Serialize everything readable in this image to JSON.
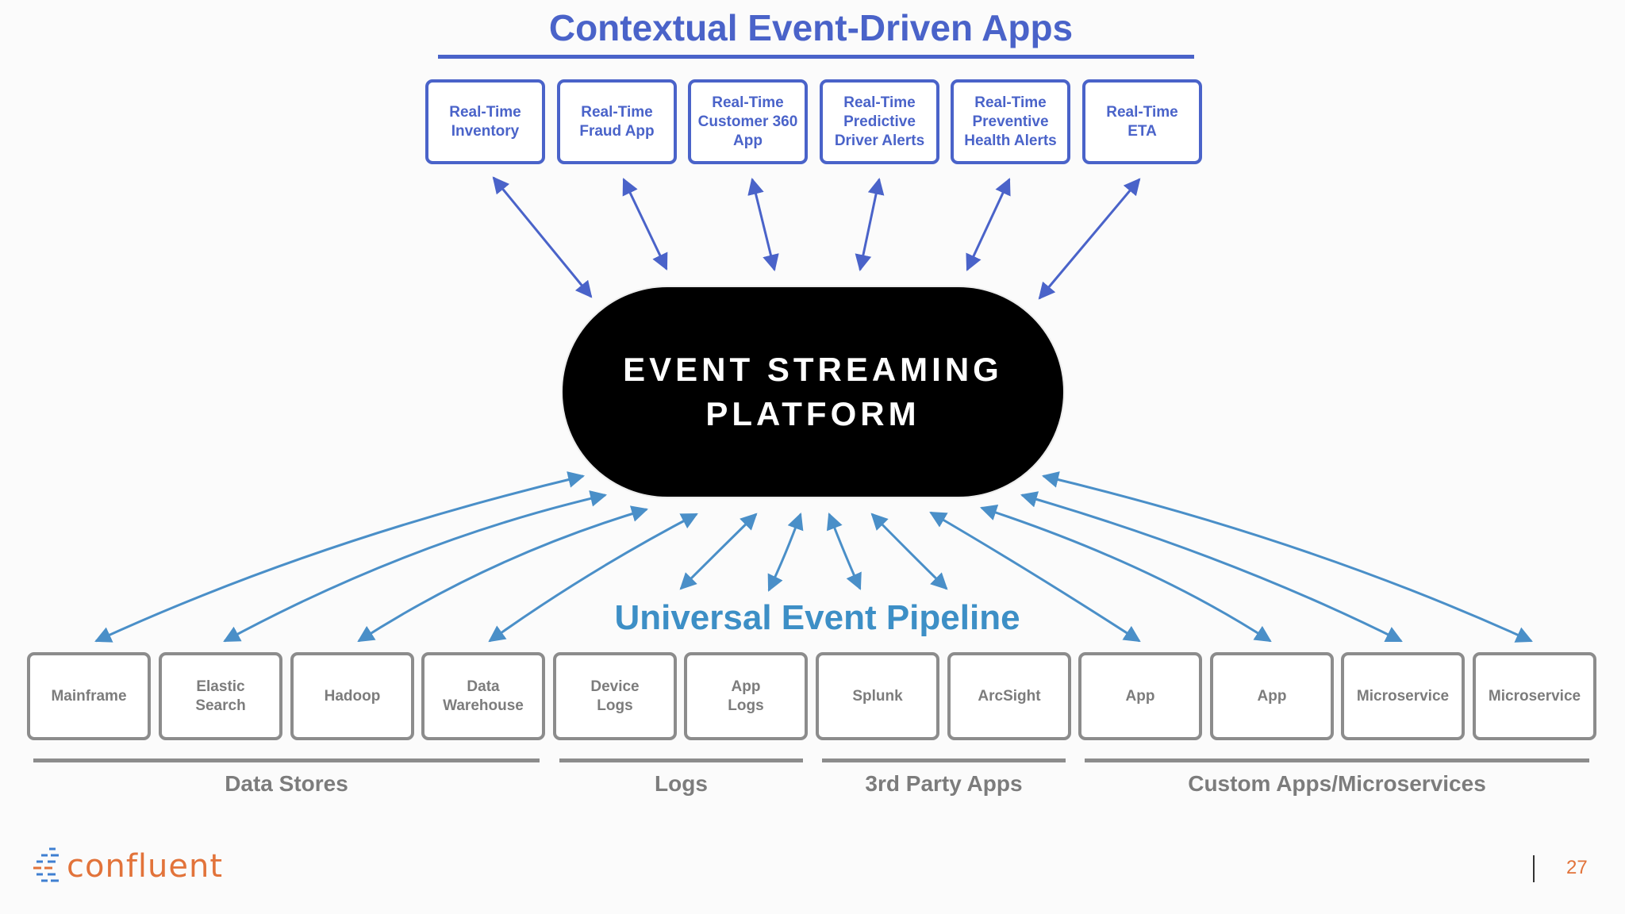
{
  "top": {
    "title": "Contextual Event-Driven Apps"
  },
  "apps": [
    "Real-Time\nInventory",
    "Real-Time\nFraud App",
    "Real-Time\nCustomer 360\nApp",
    "Real-Time\nPredictive\nDriver Alerts",
    "Real-Time\nPreventive\nHealth Alerts",
    "Real-Time\nETA"
  ],
  "platform": {
    "label": "EVENT STREAMING\nPLATFORM"
  },
  "pipeline": {
    "title": "Universal Event Pipeline"
  },
  "sources": [
    "Mainframe",
    "Elastic\nSearch",
    "Hadoop",
    "Data\nWarehouse",
    "Device\nLogs",
    "App\nLogs",
    "Splunk",
    "ArcSight",
    "App",
    "App",
    "Microservice",
    "Microservice"
  ],
  "groups": [
    "Data Stores",
    "Logs",
    "3rd Party Apps",
    "Custom Apps/Microservices"
  ],
  "footer": {
    "logo": "confluent",
    "page_number": "27"
  },
  "colors": {
    "app_blue": "#4a63c9",
    "pipeline_blue": "#3d8fc6",
    "arrow_blue": "#4a8fc8",
    "gray": "#8c8c8c",
    "brand_orange": "#e2733a"
  }
}
